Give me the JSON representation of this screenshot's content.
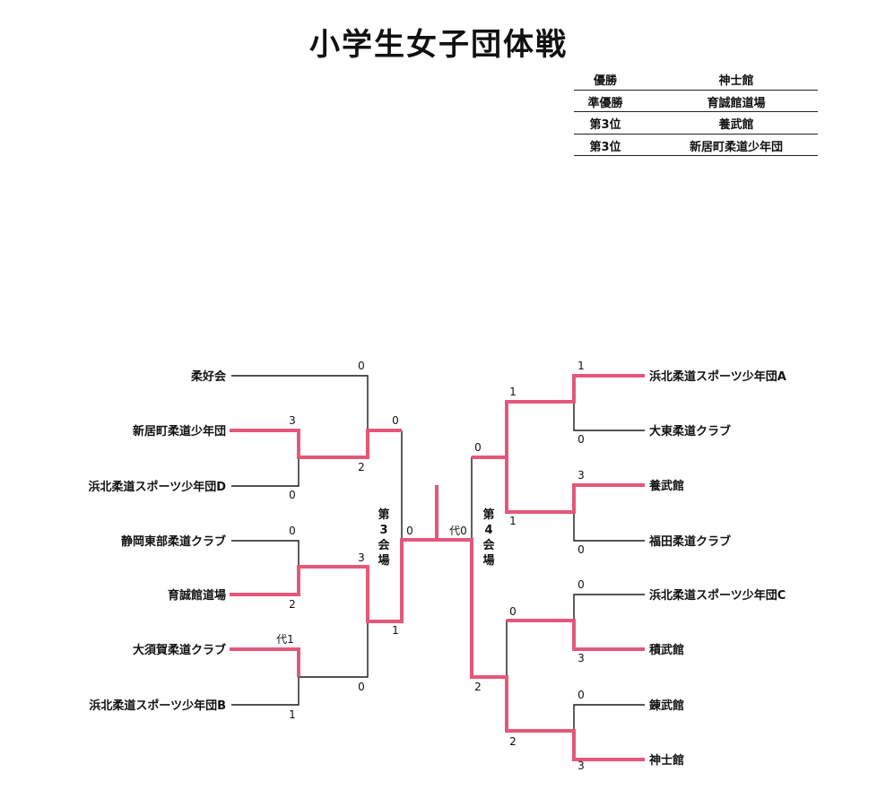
{
  "title": "小学生女子団体戦",
  "results": [
    {
      "rank": "優勝",
      "team": "神士館"
    },
    {
      "rank": "準優勝",
      "team": "育誠館道場"
    },
    {
      "rank": "第3位",
      "team": "養武館"
    },
    {
      "rank": "第3位",
      "team": "新居町柔道少年団"
    }
  ],
  "bracket": {
    "left_teams": [
      "柔好会",
      "新居町柔道少年団",
      "浜北柔道スポーツ少年団D",
      "静岡東部柔道クラブ",
      "育誠館道場",
      "大須賀柔道クラブ",
      "浜北柔道スポーツ少年団B"
    ],
    "right_teams": [
      "浜北柔道スポーツ少年団A",
      "大東柔道クラブ",
      "養武館",
      "福田柔道クラブ",
      "浜北柔道スポーツ少年団C",
      "積武館",
      "錬武館",
      "神士館"
    ],
    "venue_left": [
      "第",
      "3",
      "会",
      "場"
    ],
    "venue_right": [
      "第",
      "4",
      "会",
      "場"
    ],
    "scores": {
      "l_r1_m1_top": "3",
      "l_r1_m1_bot": "0",
      "l_r1_m2_top": "0",
      "l_r1_m2_bot": "2",
      "l_r1_m3_top": "代1",
      "l_r1_m3_bot": "1",
      "l_r2_m1_top": "0",
      "l_r2_m1_bot": "2",
      "l_r2_m2_top": "3",
      "l_r2_m2_bot": "0",
      "l_semi_top": "0",
      "l_semi_bot": "1",
      "final_left": "0",
      "final_right": "代0",
      "r_r1_m1_top": "1",
      "r_r1_m1_bot": "0",
      "r_r1_m2_top": "3",
      "r_r1_m2_bot": "0",
      "r_r1_m3_top": "0",
      "r_r1_m3_bot": "3",
      "r_r1_m4_top": "0",
      "r_r1_m4_bot": "3",
      "r_r2_m1_top": "1",
      "r_r2_m1_bot": "1",
      "r_r2_m2_top": "0",
      "r_r2_m2_bot": "2",
      "r_semi_top": "0",
      "r_semi_bot": "2"
    }
  },
  "colors": {
    "winner_line": "#e5577a",
    "line": "#1a1a1a",
    "text": "#111111"
  }
}
